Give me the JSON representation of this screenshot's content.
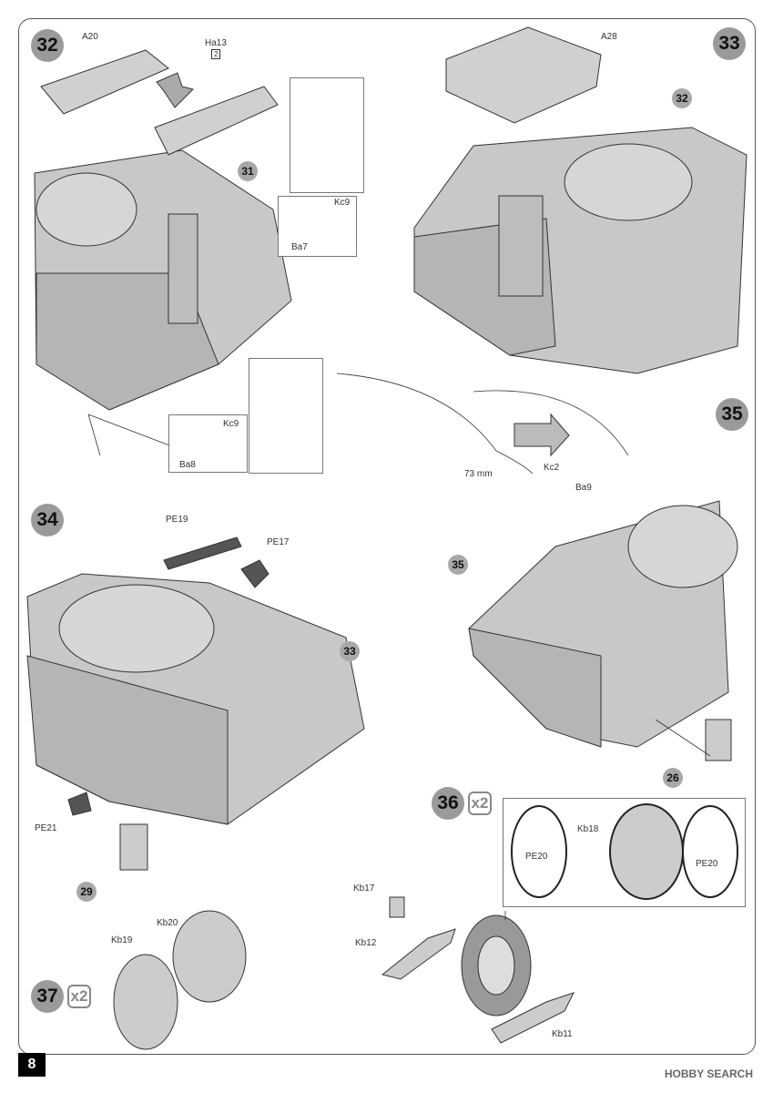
{
  "steps": {
    "s32": "32",
    "s33": "33",
    "s34": "34",
    "s35": "35",
    "s36": "36",
    "s37": "37"
  },
  "callouts": {
    "c31": "31",
    "c32": "32",
    "c33": "33",
    "c35": "35",
    "c26": "26",
    "c29": "29"
  },
  "parts": {
    "A20": "A20",
    "Ha13": "Ha13",
    "Kc9a": "Kc9",
    "Ba7": "Ba7",
    "Kc9b": "Kc9",
    "Ba8": "Ba8",
    "A28": "A28",
    "Kc2": "Kc2",
    "Ba9": "Ba9",
    "mm73": "73 mm",
    "PE19": "PE19",
    "PE17": "PE17",
    "PE21": "PE21",
    "Kb18": "Kb18",
    "PE20a": "PE20",
    "PE20b": "PE20",
    "Kb17": "Kb17",
    "Kb12": "Kb12",
    "Kb11": "Kb11",
    "Kb19": "Kb19",
    "Kb20": "Kb20"
  },
  "multipliers": {
    "m36": "x2",
    "m37": "x2",
    "ha13": "2"
  },
  "page_number": "8",
  "watermark": "HOBBY SEARCH"
}
